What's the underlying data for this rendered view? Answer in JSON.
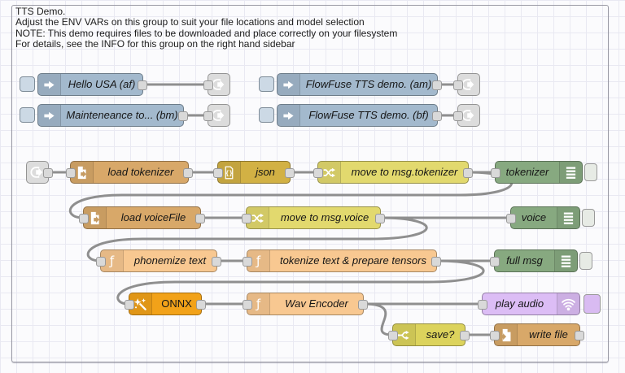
{
  "group": {
    "label_lines": [
      "TTS Demo.",
      "Adjust the ENV VARs on this group to suit your file locations and model selection",
      "NOTE: This demo requires files to be downloaded and place correctly on your filesystem",
      "For details, see the INFO for this group on the right hand sidebar"
    ]
  },
  "palette": {
    "inject": "#a3b9cd",
    "inject_button": "#ccd9e5",
    "link": "#dcdcdc",
    "file": "#d8a869",
    "json": "#d2b144",
    "change": "#e2d96e",
    "switch": "#dcd35c",
    "debug": "#87a980",
    "debug_button": "#e7ebe5",
    "function": "#f8c891",
    "onnx": "#f2a219",
    "play_audio": "#dcbdf5",
    "play_button": "#d9bbf2",
    "wire": "#8f8f8f",
    "port": "#d9d9d9",
    "group_border": "#9a9aa5"
  },
  "icons": {
    "inject": "arrow-right-icon",
    "link": "link-arrow-icon",
    "file_in": "file-read-icon",
    "file_out": "file-write-icon",
    "json": "json-braces-icon",
    "change": "shuffle-icon",
    "switch": "fork-icon",
    "debug": "list-icon",
    "function": "function-f-icon",
    "onnx": "magic-wand-icon",
    "play_audio": "sound-waves-icon"
  },
  "nodes": {
    "inject_hello": {
      "label": "Hello USA (af)",
      "type": "inject"
    },
    "inject_maintenance": {
      "label": "Mainteneance to... (bm)",
      "type": "inject"
    },
    "inject_flowfuse_am": {
      "label": "FlowFuse TTS demo. (am)",
      "type": "inject"
    },
    "inject_flowfuse_bf": {
      "label": "FlowFuse TTS demo. (bf)",
      "type": "inject"
    },
    "load_tokenizer": {
      "label": "load tokenizer",
      "type": "file in"
    },
    "json": {
      "label": "json",
      "type": "json"
    },
    "move_tokenizer": {
      "label": "move to msg.tokenizer",
      "type": "change"
    },
    "tokenizer_debug": {
      "label": "tokenizer",
      "type": "debug"
    },
    "load_voicefile": {
      "label": "load voiceFile",
      "type": "file in"
    },
    "move_voice": {
      "label": "move to msg.voice",
      "type": "change"
    },
    "voice_debug": {
      "label": "voice",
      "type": "debug"
    },
    "phonemize": {
      "label": "phonemize text",
      "type": "function"
    },
    "tokenize": {
      "label": "tokenize text & prepare tensors",
      "type": "function"
    },
    "full_msg_debug": {
      "label": "full msg",
      "type": "debug"
    },
    "onnx": {
      "label": "ONNX",
      "type": "onnx"
    },
    "wav_encoder": {
      "label": "Wav Encoder",
      "type": "function"
    },
    "play_audio": {
      "label": "play audio",
      "type": "play audio"
    },
    "save_switch": {
      "label": "save?",
      "type": "switch"
    },
    "write_file": {
      "label": "write file",
      "type": "file out"
    }
  }
}
